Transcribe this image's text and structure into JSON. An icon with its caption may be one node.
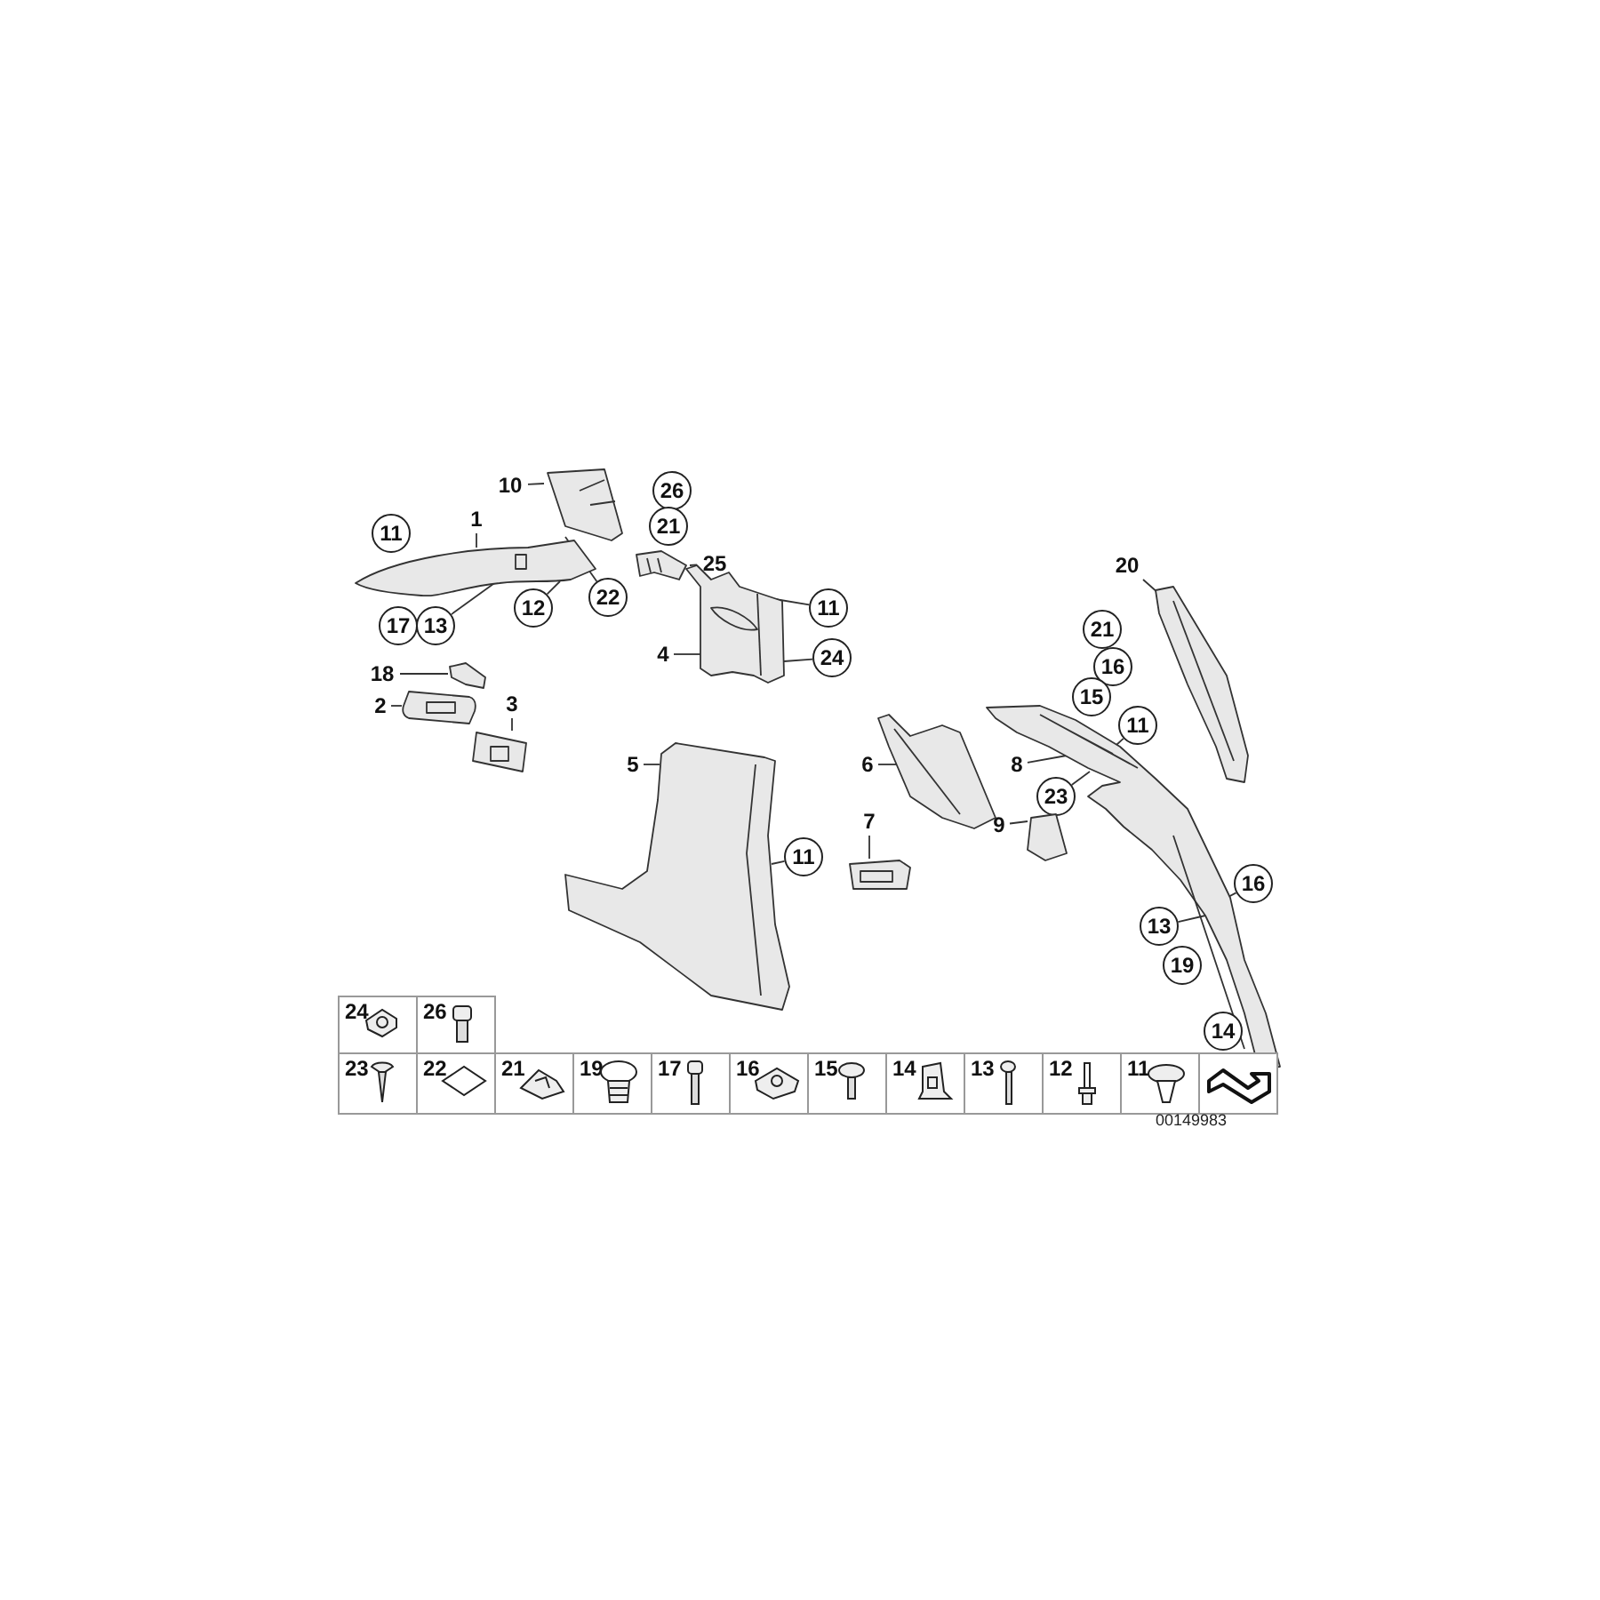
{
  "diagram": {
    "nodes": [
      {
        "text": [
          "26"
        ]
      },
      {
        "text": [
          "1"
        ]
      },
      {
        "text": [
          "10"
        ]
      },
      {
        "text": [],
        "shape": "picture"
      },
      {
        "text": [
          "11"
        ]
      },
      {
        "text": [
          "21"
        ]
      },
      {
        "text": [],
        "shape": "picture"
      },
      {
        "text": [
          "25"
        ]
      },
      {
        "text": [],
        "shape": "picture"
      },
      {
        "text": [
          "12"
        ]
      },
      {
        "text": [
          "22"
        ]
      },
      {
        "text": [
          "17"
        ]
      },
      {
        "text": [
          "13"
        ]
      },
      {
        "text": [
          "20"
        ]
      },
      {
        "text": [],
        "shape": "picture"
      },
      {
        "text": [
          "11"
        ]
      },
      {
        "text": [
          "24"
        ]
      },
      {
        "text": [
          "21"
        ]
      },
      {
        "text": [
          "4"
        ]
      },
      {
        "text": [],
        "shape": "picture"
      },
      {
        "text": [
          "16"
        ]
      },
      {
        "text": [
          "15"
        ]
      },
      {
        "text": [
          "18"
        ]
      },
      {
        "text": [],
        "shape": "picture"
      },
      {
        "text": [
          "2"
        ]
      },
      {
        "text": [],
        "shape": "picture"
      },
      {
        "text": [
          "3"
        ]
      },
      {
        "text": [],
        "shape": "picture"
      },
      {
        "text": [
          "11"
        ]
      },
      {
        "text": [
          "8"
        ]
      },
      {
        "text": [
          "6"
        ]
      },
      {
        "text": [],
        "shape": "picture"
      },
      {
        "text": [],
        "shape": "picture"
      },
      {
        "text": [
          "5"
        ]
      },
      {
        "text": [],
        "shape": "picture"
      },
      {
        "text": [
          "23"
        ]
      },
      {
        "text": [
          "9"
        ]
      },
      {
        "text": [],
        "shape": "picture"
      },
      {
        "text": [
          "7"
        ]
      },
      {
        "text": [],
        "shape": "picture"
      },
      {
        "text": [
          "11"
        ]
      },
      {
        "text": [
          "16"
        ]
      },
      {
        "text": [
          "13"
        ]
      },
      {
        "text": [
          "19"
        ]
      },
      {
        "text": [
          "14"
        ]
      }
    ],
    "edges": [
      {
        "from": 1,
        "to": 6,
        "arrow": "none"
      },
      {
        "from": 2,
        "to": 3,
        "arrow": "none"
      },
      {
        "from": 9,
        "to": 6,
        "arrow": "none"
      },
      {
        "from": 10,
        "to": 3,
        "arrow": "none"
      },
      {
        "from": 12,
        "to": 6,
        "arrow": "none"
      },
      {
        "from": 7,
        "to": 8,
        "arrow": "none"
      },
      {
        "from": 13,
        "to": 14,
        "arrow": "none"
      },
      {
        "from": 15,
        "to": 19,
        "arrow": "none"
      },
      {
        "from": 16,
        "to": 19,
        "arrow": "none"
      },
      {
        "from": 18,
        "to": 19,
        "arrow": "none"
      },
      {
        "from": 22,
        "to": 23,
        "arrow": "none"
      },
      {
        "from": 24,
        "to": 25,
        "arrow": "none"
      },
      {
        "from": 26,
        "to": 27,
        "arrow": "none"
      },
      {
        "from": 28,
        "to": 32,
        "arrow": "none"
      },
      {
        "from": 29,
        "to": 32,
        "arrow": "none"
      },
      {
        "from": 30,
        "to": 31,
        "arrow": "none"
      },
      {
        "from": 33,
        "to": 34,
        "arrow": "none"
      },
      {
        "from": 35,
        "to": 32,
        "arrow": "none"
      },
      {
        "from": 36,
        "to": 37,
        "arrow": "none"
      },
      {
        "from": 38,
        "to": 39,
        "arrow": "none"
      },
      {
        "from": 40,
        "to": 34,
        "arrow": "none"
      },
      {
        "from": 41,
        "to": 32,
        "arrow": "none"
      },
      {
        "from": 42,
        "to": 32,
        "arrow": "none"
      }
    ],
    "labels": [
      "24",
      "26",
      "23",
      "22",
      "21",
      "19",
      "17",
      "16",
      "15",
      "14",
      "13",
      "12",
      "11",
      "00149983"
    ]
  }
}
